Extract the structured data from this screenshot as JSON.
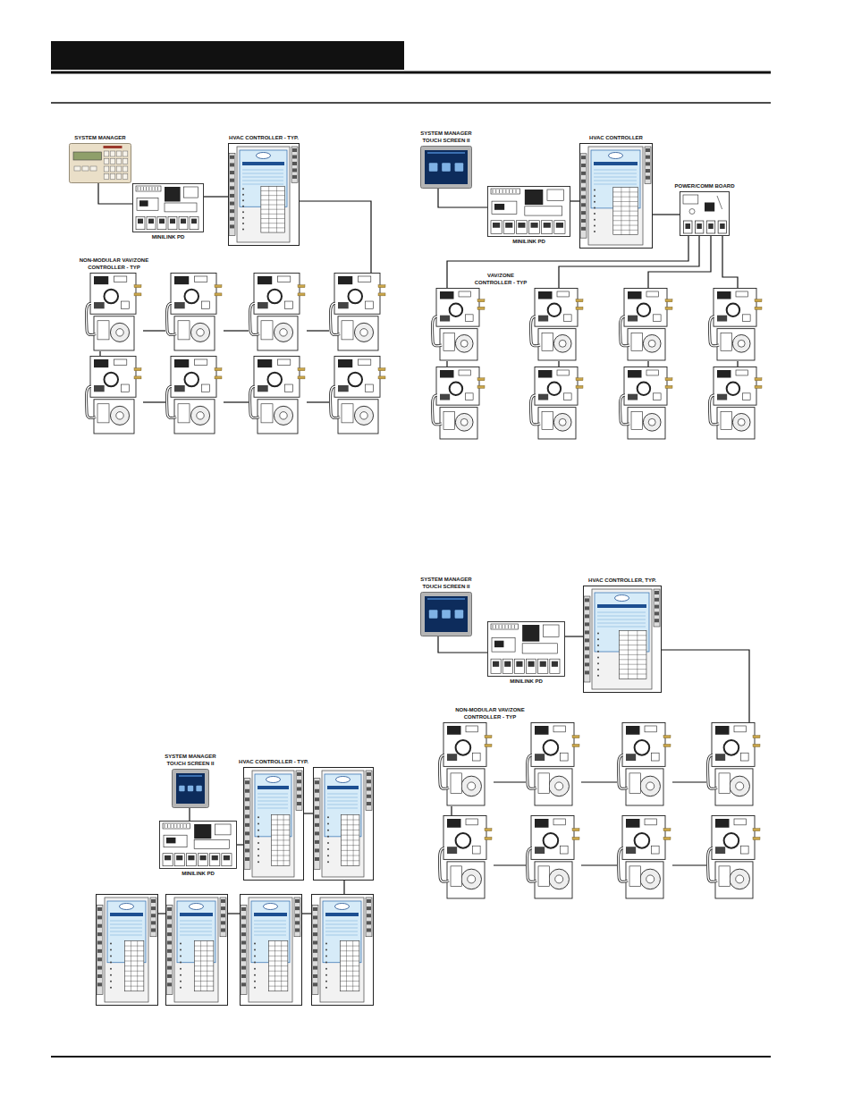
{
  "diagram": {
    "nodes": [
      {
        "text": [
          "SYSTEM MANAGER"
        ]
      },
      {
        "text": [
          "HVAC CONTROLLER - TYP."
        ]
      },
      {
        "text": [
          "MINILINK PD"
        ]
      },
      {
        "text": [
          "NON-MODULAR VAV/ZONE CONTROLLER - TYP"
        ]
      },
      {
        "text": []
      },
      {
        "text": []
      },
      {
        "text": []
      },
      {
        "text": []
      },
      {
        "text": []
      },
      {
        "text": []
      },
      {
        "text": []
      },
      {
        "text": [
          "SYSTEM MANAGER TOUCH SCREEN II"
        ]
      },
      {
        "text": [
          "HVAC CONTROLLER"
        ]
      },
      {
        "text": [
          "POWER/COMM BOARD"
        ]
      },
      {
        "text": [
          "MINILINK PD"
        ]
      },
      {
        "text": [
          "VAV/ZONE CONTROLLER - TYP"
        ]
      },
      {
        "text": []
      },
      {
        "text": []
      },
      {
        "text": []
      },
      {
        "text": []
      },
      {
        "text": []
      },
      {
        "text": []
      },
      {
        "text": []
      },
      {
        "text": [
          "SYSTEM MANAGER TOUCH SCREEN II"
        ]
      },
      {
        "text": [
          "HVAC CONTROLLER, TYP."
        ]
      },
      {
        "text": [
          "MINILINK PD"
        ]
      },
      {
        "text": [
          "NON-MODULAR VAV/ZONE CONTROLLER - TYP"
        ]
      },
      {
        "text": []
      },
      {
        "text": []
      },
      {
        "text": []
      },
      {
        "text": []
      },
      {
        "text": []
      },
      {
        "text": []
      },
      {
        "text": []
      },
      {
        "text": [
          "SYSTEM MANAGER TOUCH SCREEN II"
        ]
      },
      {
        "text": [
          "HVAC CONTROLLER - TYP."
        ]
      },
      {
        "text": []
      },
      {
        "text": [
          "MINILINK PD"
        ]
      },
      {
        "text": []
      },
      {
        "text": []
      },
      {
        "text": []
      },
      {
        "text": []
      }
    ],
    "edges": [
      {
        "from": 0,
        "to": 2,
        "arrow": "none"
      },
      {
        "from": 2,
        "to": 1,
        "arrow": "none"
      },
      {
        "from": 1,
        "to": 6,
        "arrow": "none"
      },
      {
        "from": 3,
        "to": 4,
        "arrow": "none"
      },
      {
        "from": 4,
        "to": 5,
        "arrow": "none"
      },
      {
        "from": 5,
        "to": 6,
        "arrow": "none"
      },
      {
        "from": 3,
        "to": 7,
        "arrow": "none"
      },
      {
        "from": 7,
        "to": 8,
        "arrow": "none"
      },
      {
        "from": 8,
        "to": 9,
        "arrow": "none"
      },
      {
        "from": 9,
        "to": 10,
        "arrow": "none"
      },
      {
        "from": 11,
        "to": 14,
        "arrow": "none"
      },
      {
        "from": 14,
        "to": 12,
        "arrow": "none"
      },
      {
        "from": 12,
        "to": 13,
        "arrow": "none"
      },
      {
        "from": 13,
        "to": 15,
        "arrow": "none"
      },
      {
        "from": 13,
        "to": 16,
        "arrow": "none"
      },
      {
        "from": 13,
        "to": 17,
        "arrow": "none"
      },
      {
        "from": 13,
        "to": 18,
        "arrow": "none"
      },
      {
        "from": 15,
        "to": 19,
        "arrow": "none"
      },
      {
        "from": 16,
        "to": 20,
        "arrow": "none"
      },
      {
        "from": 17,
        "to": 21,
        "arrow": "none"
      },
      {
        "from": 18,
        "to": 22,
        "arrow": "none"
      },
      {
        "from": 23,
        "to": 25,
        "arrow": "none"
      },
      {
        "from": 25,
        "to": 24,
        "arrow": "none"
      },
      {
        "from": 24,
        "to": 29,
        "arrow": "none"
      },
      {
        "from": 26,
        "to": 27,
        "arrow": "none"
      },
      {
        "from": 27,
        "to": 28,
        "arrow": "none"
      },
      {
        "from": 28,
        "to": 29,
        "arrow": "none"
      },
      {
        "from": 26,
        "to": 30,
        "arrow": "none"
      },
      {
        "from": 30,
        "to": 31,
        "arrow": "none"
      },
      {
        "from": 31,
        "to": 32,
        "arrow": "none"
      },
      {
        "from": 32,
        "to": 33,
        "arrow": "none"
      },
      {
        "from": 34,
        "to": 37,
        "arrow": "none"
      },
      {
        "from": 37,
        "to": 35,
        "arrow": "none"
      },
      {
        "from": 35,
        "to": 36,
        "arrow": "none"
      },
      {
        "from": 36,
        "to": 41,
        "arrow": "none"
      },
      {
        "from": 38,
        "to": 39,
        "arrow": "none"
      },
      {
        "from": 39,
        "to": 40,
        "arrow": "none"
      },
      {
        "from": 40,
        "to": 41,
        "arrow": "none"
      }
    ]
  }
}
